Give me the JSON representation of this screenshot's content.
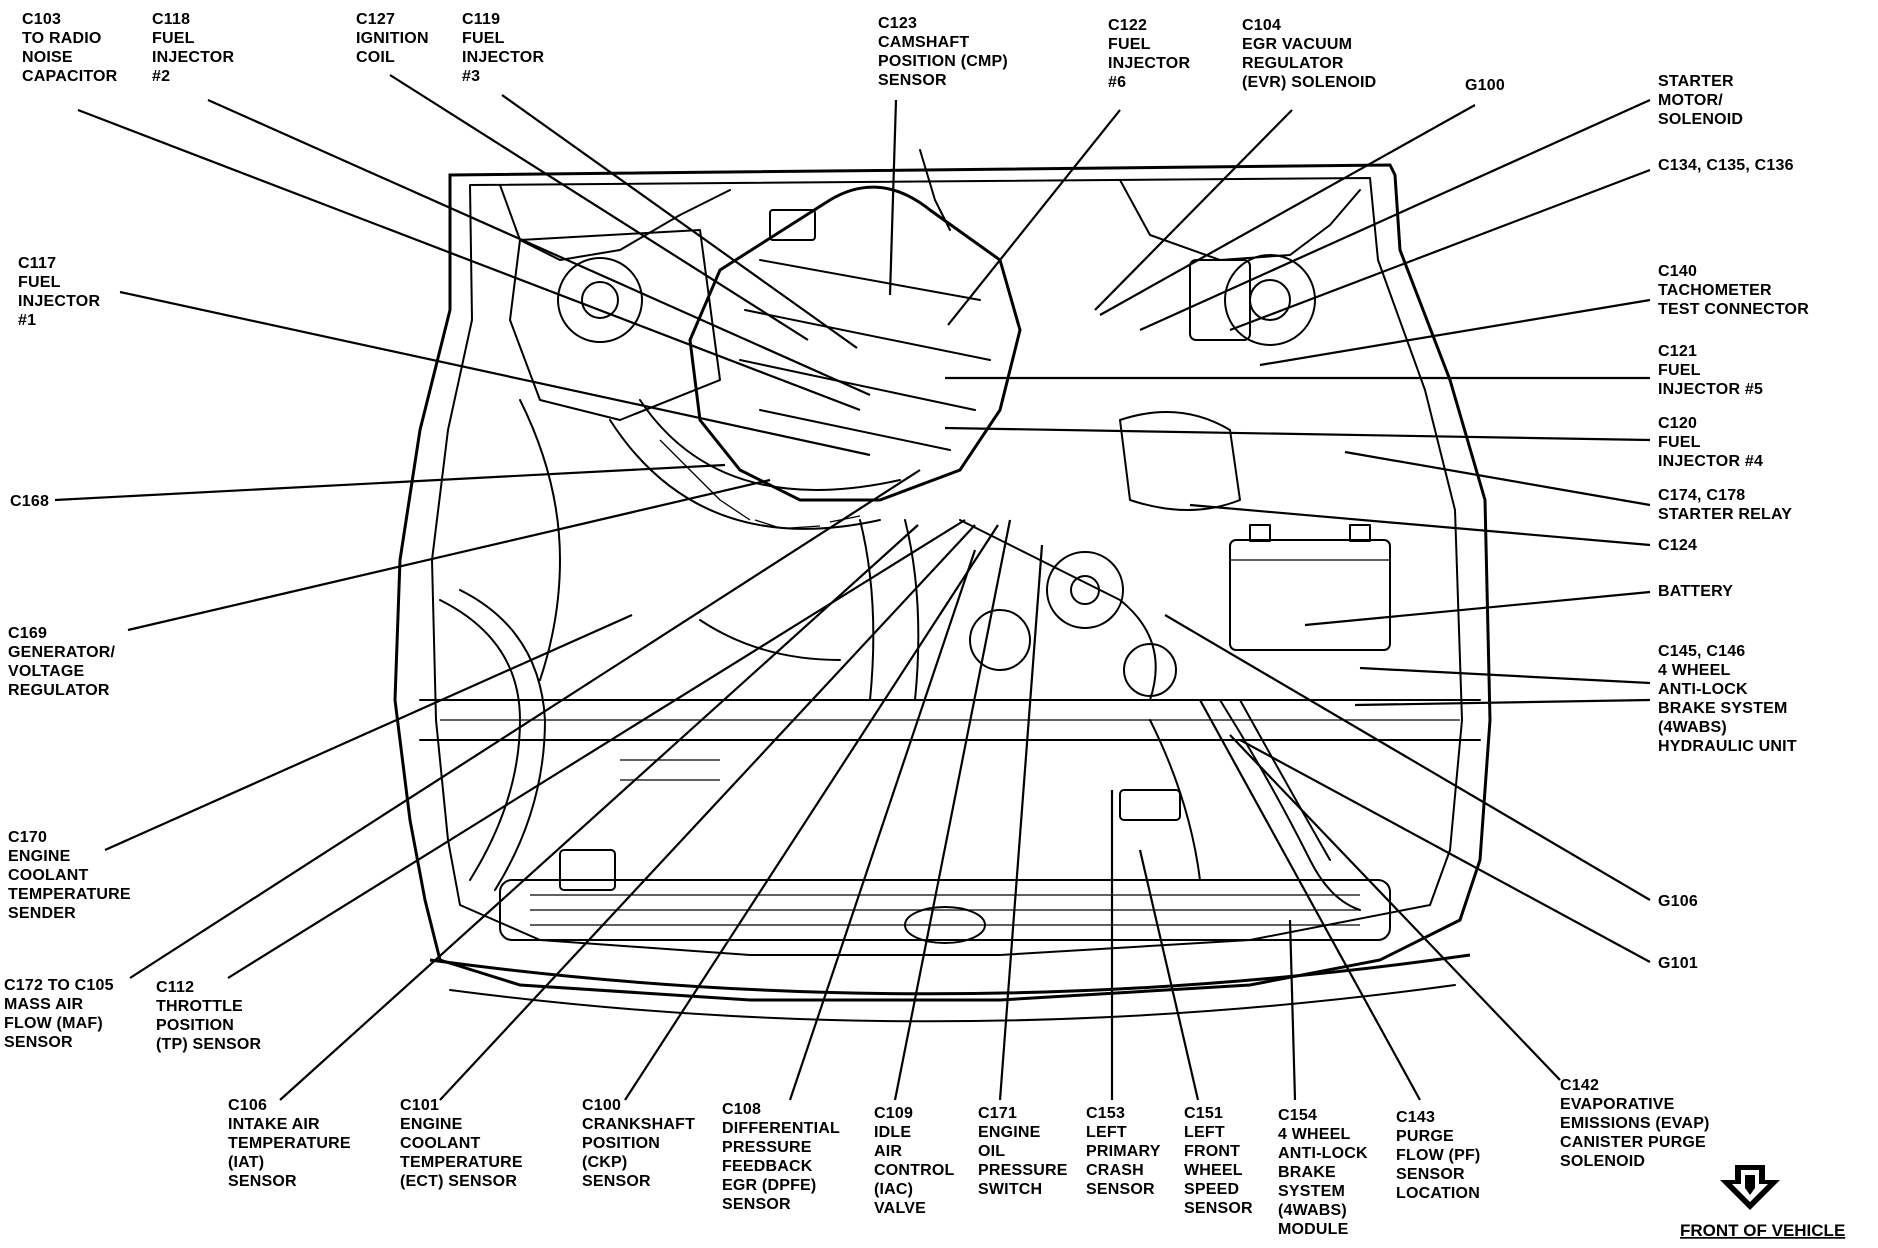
{
  "callouts": [
    {
      "id": "c103",
      "lines": [
        "C103",
        "TO RADIO",
        "NOISE",
        "CAPACITOR"
      ]
    },
    {
      "id": "c118",
      "lines": [
        "C118",
        "FUEL",
        "INJECTOR",
        "#2"
      ]
    },
    {
      "id": "c127",
      "lines": [
        "C127",
        "IGNITION",
        "COIL"
      ]
    },
    {
      "id": "c119",
      "lines": [
        "C119",
        "FUEL",
        "INJECTOR",
        "#3"
      ]
    },
    {
      "id": "c123",
      "lines": [
        "C123",
        "CAMSHAFT",
        "POSITION (CMP)",
        "SENSOR"
      ]
    },
    {
      "id": "c122",
      "lines": [
        "C122",
        "FUEL",
        "INJECTOR",
        "#6"
      ]
    },
    {
      "id": "c104",
      "lines": [
        "C104",
        "EGR VACUUM",
        "REGULATOR",
        "(EVR) SOLENOID"
      ]
    },
    {
      "id": "g100",
      "lines": [
        "G100"
      ]
    },
    {
      "id": "starter",
      "lines": [
        "STARTER",
        "MOTOR/",
        "SOLENOID"
      ]
    },
    {
      "id": "c134",
      "lines": [
        "C134, C135, C136"
      ]
    },
    {
      "id": "c140",
      "lines": [
        "C140",
        "TACHOMETER",
        "TEST CONNECTOR"
      ]
    },
    {
      "id": "c121",
      "lines": [
        "C121",
        "FUEL",
        "INJECTOR #5"
      ]
    },
    {
      "id": "c120",
      "lines": [
        "C120",
        "FUEL",
        "INJECTOR #4"
      ]
    },
    {
      "id": "c174",
      "lines": [
        "C174, C178",
        "STARTER RELAY"
      ]
    },
    {
      "id": "c124",
      "lines": [
        "C124"
      ]
    },
    {
      "id": "battery",
      "lines": [
        "BATTERY"
      ]
    },
    {
      "id": "c145",
      "lines": [
        "C145, C146",
        "4 WHEEL",
        "ANTI-LOCK",
        "BRAKE SYSTEM",
        "(4WABS)",
        "HYDRAULIC UNIT"
      ]
    },
    {
      "id": "g106",
      "lines": [
        "G106"
      ]
    },
    {
      "id": "g101",
      "lines": [
        "G101"
      ]
    },
    {
      "id": "c117",
      "lines": [
        "C117",
        "FUEL",
        "INJECTOR",
        "#1"
      ]
    },
    {
      "id": "c168",
      "lines": [
        "C168"
      ]
    },
    {
      "id": "c169",
      "lines": [
        "C169",
        "GENERATOR/",
        "VOLTAGE",
        "REGULATOR"
      ]
    },
    {
      "id": "c170",
      "lines": [
        "C170",
        "ENGINE",
        "COOLANT",
        "TEMPERATURE",
        "SENDER"
      ]
    },
    {
      "id": "c172",
      "lines": [
        "C172 TO C105",
        "MASS AIR",
        "FLOW (MAF)",
        "SENSOR"
      ]
    },
    {
      "id": "c112",
      "lines": [
        "C112",
        "THROTTLE",
        "POSITION",
        "(TP) SENSOR"
      ]
    },
    {
      "id": "c106",
      "lines": [
        "C106",
        "INTAKE AIR",
        "TEMPERATURE",
        "(IAT)",
        "SENSOR"
      ]
    },
    {
      "id": "c101",
      "lines": [
        "C101",
        "ENGINE",
        "COOLANT",
        "TEMPERATURE",
        "(ECT) SENSOR"
      ]
    },
    {
      "id": "c100",
      "lines": [
        "C100",
        "CRANKSHAFT",
        "POSITION",
        "(CKP)",
        "SENSOR"
      ]
    },
    {
      "id": "c108",
      "lines": [
        "C108",
        "DIFFERENTIAL",
        "PRESSURE",
        "FEEDBACK",
        "EGR (DPFE)",
        "SENSOR"
      ]
    },
    {
      "id": "c109",
      "lines": [
        "C109",
        "IDLE",
        "AIR",
        "CONTROL",
        "(IAC)",
        "VALVE"
      ]
    },
    {
      "id": "c171",
      "lines": [
        "C171",
        "ENGINE",
        "OIL",
        "PRESSURE",
        "SWITCH"
      ]
    },
    {
      "id": "c153",
      "lines": [
        "C153",
        "LEFT",
        "PRIMARY",
        "CRASH",
        "SENSOR"
      ]
    },
    {
      "id": "c151",
      "lines": [
        "C151",
        "LEFT",
        "FRONT",
        "WHEEL",
        "SPEED",
        "SENSOR"
      ]
    },
    {
      "id": "c154",
      "lines": [
        "C154",
        "4 WHEEL",
        "ANTI-LOCK",
        "BRAKE",
        "SYSTEM",
        "(4WABS)",
        "MODULE"
      ]
    },
    {
      "id": "c143",
      "lines": [
        "C143",
        "PURGE",
        "FLOW (PF)",
        "SENSOR",
        "LOCATION"
      ]
    },
    {
      "id": "c142",
      "lines": [
        "C142",
        "EVAPORATIVE",
        "EMISSIONS (EVAP)",
        "CANISTER PURGE",
        "SOLENOID"
      ]
    }
  ],
  "footer": {
    "label": "FRONT OF VEHICLE",
    "icon": "front-arrow-icon"
  }
}
